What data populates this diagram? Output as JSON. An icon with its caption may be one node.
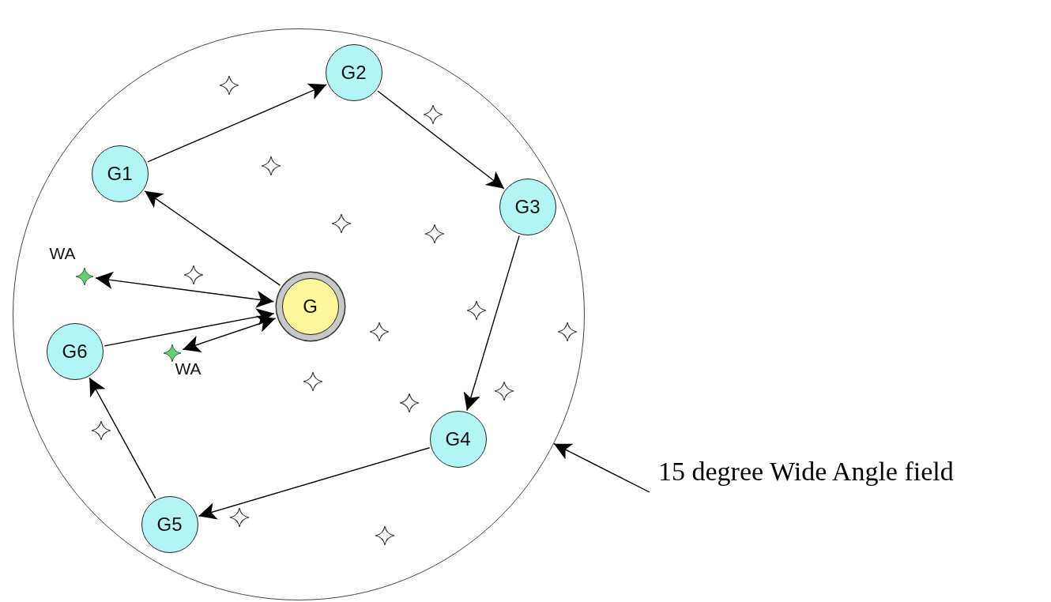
{
  "diagram": {
    "nodes": [
      {
        "text": [],
        "shape": "circle"
      },
      {
        "text": [
          "G2"
        ],
        "in": 0
      },
      {
        "text": [
          "G1"
        ],
        "in": 0
      },
      {
        "text": [
          "G3"
        ],
        "in": 0
      },
      {
        "text": [
          "WA"
        ],
        "in": 0
      },
      {
        "text": [
          "G"
        ],
        "in": 0
      },
      {
        "text": [
          "G6"
        ],
        "in": 0
      },
      {
        "text": [
          "WA"
        ],
        "in": 0
      },
      {
        "text": [
          "G4"
        ],
        "in": 0
      },
      {
        "text": [
          "G5"
        ],
        "in": 0
      },
      {
        "text": [
          "15 degree Wide Angle field"
        ]
      }
    ],
    "edges": [
      {
        "from": 2,
        "to": 1,
        "arrow": "to"
      },
      {
        "from": 1,
        "to": 3,
        "arrow": "to"
      },
      {
        "from": 3,
        "to": 8,
        "arrow": "to"
      },
      {
        "from": 8,
        "to": 9,
        "arrow": "to"
      },
      {
        "from": 9,
        "to": 6,
        "arrow": "to"
      },
      {
        "from": 6,
        "to": 5,
        "arrow": "to"
      },
      {
        "from": 5,
        "to": 2,
        "arrow": "to"
      },
      {
        "from": 4,
        "to": 5,
        "arrow": "both"
      },
      {
        "from": 7,
        "to": 5,
        "arrow": "both"
      },
      {
        "from": 10,
        "to": 0,
        "arrow": "to"
      }
    ]
  }
}
